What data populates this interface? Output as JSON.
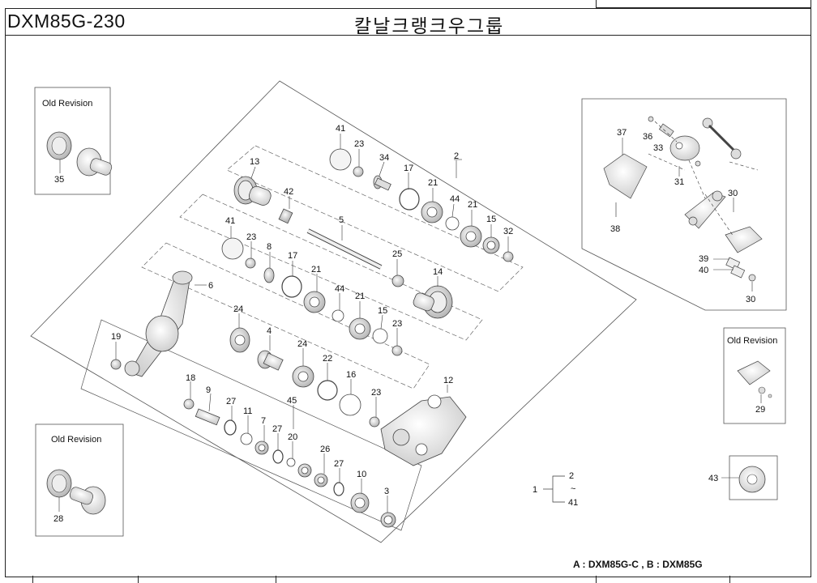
{
  "header": {
    "code": "DXM85G-230",
    "title": "칼날크랭크우그룹"
  },
  "old_revision_label": "Old Revision",
  "legend": "A : DXM85G-C , B : DXM85G",
  "group_note": {
    "parent": "1",
    "top": "2",
    "bottom": "41",
    "tilde": "~"
  },
  "insets": {
    "top_left": {
      "label": "Old Revision",
      "part": "35"
    },
    "bottom_left": {
      "label": "Old Revision",
      "part": "28"
    },
    "right": {
      "label": "Old Revision",
      "part": "29"
    },
    "part43": "43"
  },
  "parts": {
    "p41a": "41",
    "p23a": "23",
    "p34": "34",
    "p17a": "17",
    "p2": "2",
    "p21a": "21",
    "p44a": "44",
    "p21b": "21",
    "p15a": "15",
    "p32": "32",
    "p13": "13",
    "p42": "42",
    "p5": "5",
    "p41b": "41",
    "p23b": "23",
    "p8": "8",
    "p17b": "17",
    "p21c": "21",
    "p25": "25",
    "p14": "14",
    "p44b": "44",
    "p21d": "21",
    "p15b": "15",
    "p23c": "23",
    "p6": "6",
    "p24a": "24",
    "p4": "4",
    "p24b": "24",
    "p22": "22",
    "p16": "16",
    "p23d": "23",
    "p12": "12",
    "p19": "19",
    "p18": "18",
    "p9": "9",
    "p27a": "27",
    "p11": "11",
    "p7": "7",
    "p27b": "27",
    "p20": "20",
    "p45": "45",
    "p26": "26",
    "p27c": "27",
    "p10": "10",
    "p3": "3",
    "p37": "37",
    "p36": "36",
    "p33": "33",
    "p31": "31",
    "p30a": "30",
    "p38": "38",
    "p39": "39",
    "p40": "40",
    "p30b": "30"
  }
}
